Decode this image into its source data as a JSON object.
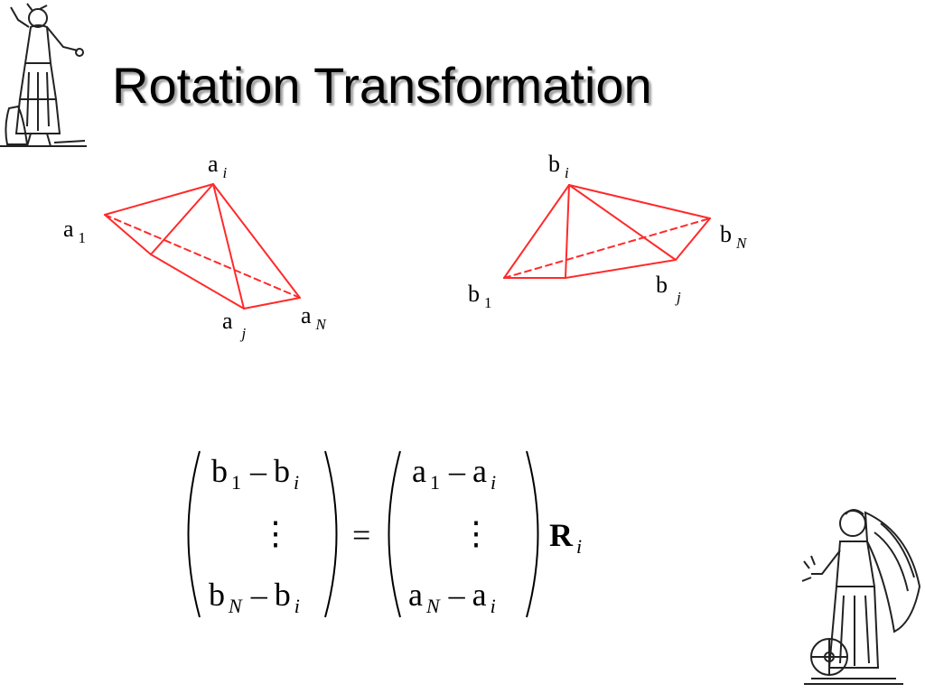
{
  "slide": {
    "title": "Rotation Transformation"
  },
  "colors": {
    "edge": "#ff2a2a",
    "text": "#000000"
  },
  "figure_a": {
    "labels": [
      {
        "id": "a_i",
        "base": "a",
        "sub": "i",
        "sub_italic": true
      },
      {
        "id": "a_1",
        "base": "a",
        "sub": "1",
        "sub_italic": false
      },
      {
        "id": "a_j",
        "base": "a",
        "sub": "j",
        "sub_italic": true
      },
      {
        "id": "a_N",
        "base": "a",
        "sub": "N",
        "sub_italic": true
      }
    ]
  },
  "figure_b": {
    "labels": [
      {
        "id": "b_i",
        "base": "b",
        "sub": "i",
        "sub_italic": true
      },
      {
        "id": "b_N",
        "base": "b",
        "sub": "N",
        "sub_italic": true
      },
      {
        "id": "b_j",
        "base": "b",
        "sub": "j",
        "sub_italic": true
      },
      {
        "id": "b_1",
        "base": "b",
        "sub": "1",
        "sub_italic": false
      }
    ]
  },
  "equation": {
    "left_matrix": {
      "top": {
        "a": "b",
        "a_sub": "1",
        "op": "–",
        "b": "b",
        "b_sub": "i"
      },
      "dots": "⋮",
      "bottom": {
        "a": "b",
        "a_sub": "N",
        "op": "–",
        "b": "b",
        "b_sub": "i"
      }
    },
    "equals": "=",
    "right_matrix": {
      "top": {
        "a": "a",
        "a_sub": "1",
        "op": "–",
        "b": "a",
        "b_sub": "i"
      },
      "dots": "⋮",
      "bottom": {
        "a": "a",
        "a_sub": "N",
        "op": "–",
        "b": "a",
        "b_sub": "i"
      }
    },
    "rotation": {
      "symbol": "R",
      "sub": "i"
    }
  },
  "decorations": {
    "top_left": "classical-figure-illustration",
    "bottom_right": "winged-figure-illustration"
  }
}
